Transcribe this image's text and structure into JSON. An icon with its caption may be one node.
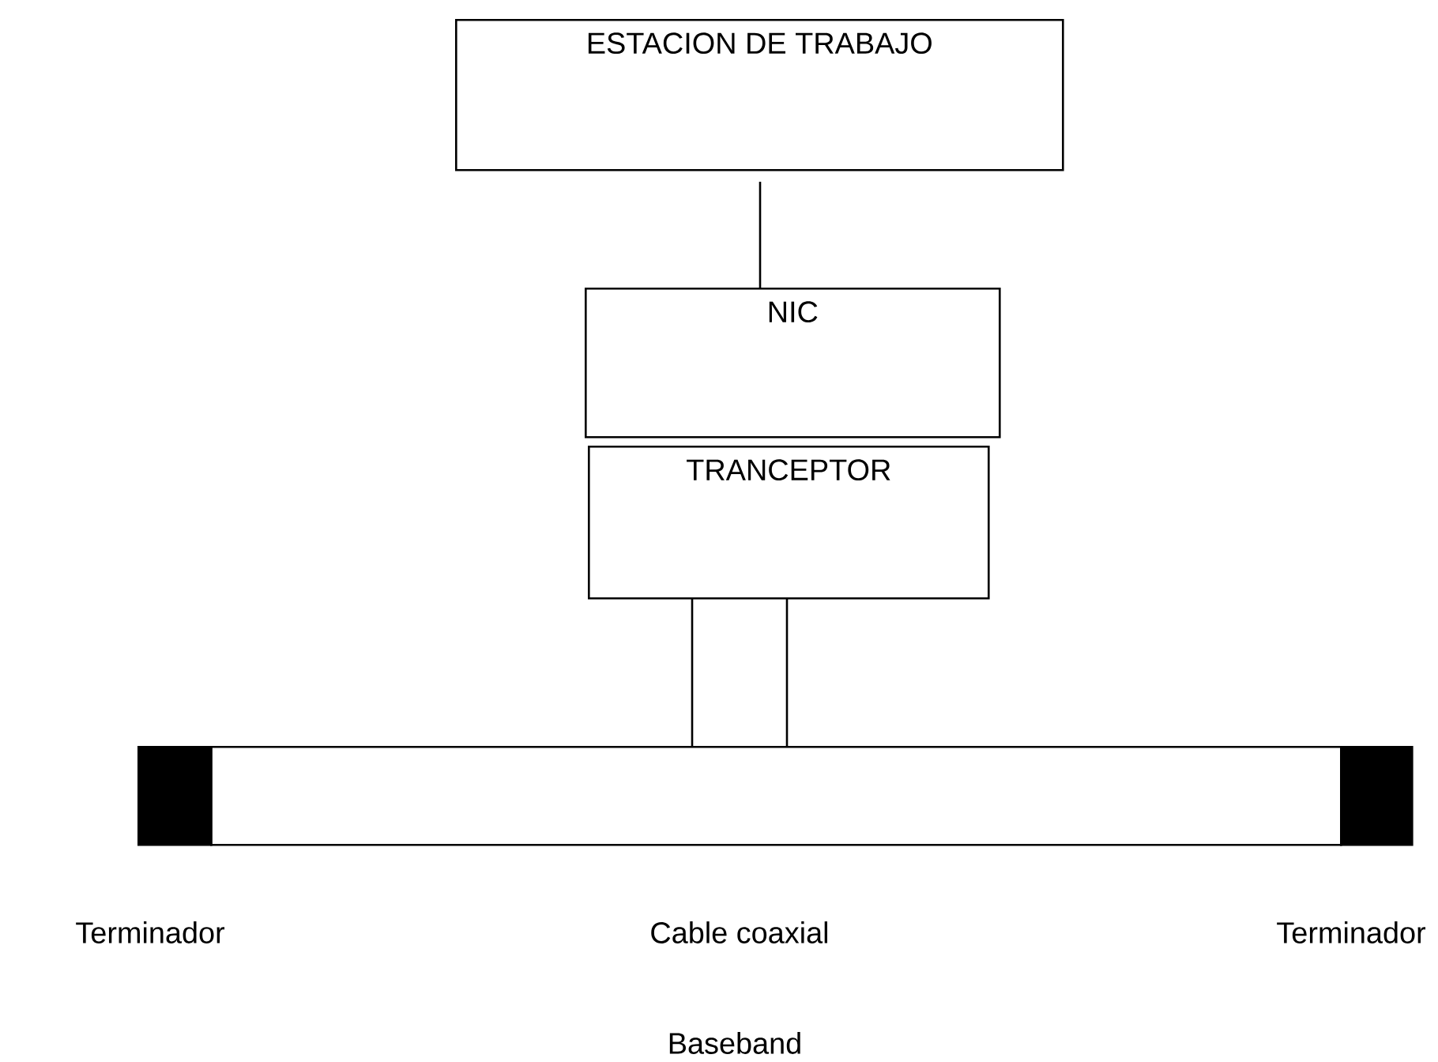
{
  "diagram": {
    "caption": "Baseband",
    "nodes": [
      {
        "text": [
          "ESTACION  DE TRABAJO"
        ]
      },
      {
        "text": [
          "NIC"
        ]
      },
      {
        "text": [
          "TRANCEPTOR"
        ]
      },
      {
        "text": [],
        "shape": "bar",
        "beside": [
          "Cable  coaxial"
        ]
      },
      {
        "text": [],
        "shape": "box",
        "beside": [
          "Terminador"
        ]
      },
      {
        "text": [],
        "shape": "box",
        "beside": [
          "Terminador"
        ]
      }
    ],
    "edges": [
      {
        "from": 0,
        "to": 1,
        "arrow": "none"
      },
      {
        "from": 2,
        "to": 3,
        "arrow": "none"
      },
      {
        "from": 2,
        "to": 3,
        "arrow": "none"
      }
    ]
  }
}
